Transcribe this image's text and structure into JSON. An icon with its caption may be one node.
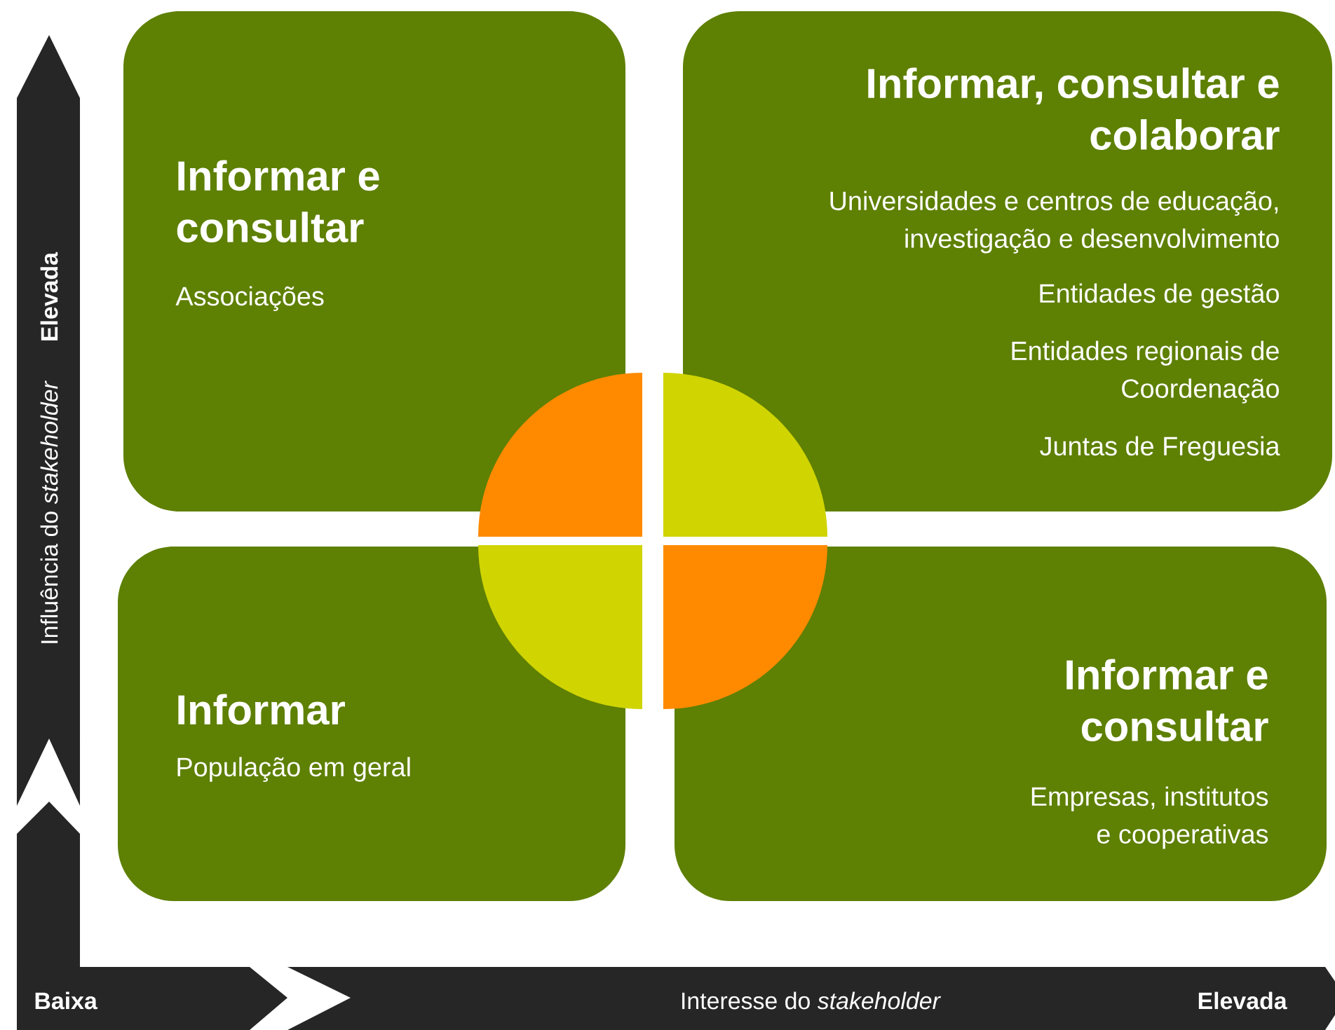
{
  "diagram": {
    "nodes": [
      {
        "text": [
          "Informar e consultar",
          "Associações"
        ]
      },
      {
        "text": [
          "Informar, consultar e colaborar",
          "Universidades e centros de educação, investigação e desenvolvimento",
          "Entidades de gestão",
          "Entidades regionais de Coordenação",
          "Juntas de Freguesia"
        ]
      },
      {
        "text": [
          "Informar",
          "População em geral"
        ]
      },
      {
        "text": [
          "Informar e consultar",
          "Empresas, institutos e cooperativas"
        ]
      }
    ],
    "labels": [
      "Elevada",
      "Influência do *stakeholder*",
      "Baixa",
      "Interesse do *stakeholder*",
      "Elevada"
    ]
  }
}
